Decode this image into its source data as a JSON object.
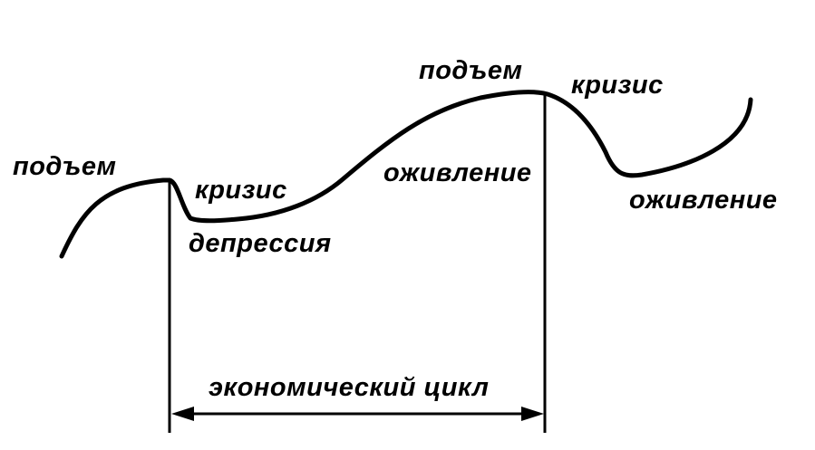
{
  "diagram": {
    "labels": {
      "rise_left": "подъем",
      "crisis_left": "кризис",
      "depression": "депрессия",
      "recovery_mid": "оживление",
      "rise_top": "подъем",
      "crisis_right": "кризис",
      "recovery_right": "оживление",
      "cycle": "экономический цикл"
    },
    "colors": {
      "ink": "#000000",
      "background": "#ffffff"
    }
  }
}
